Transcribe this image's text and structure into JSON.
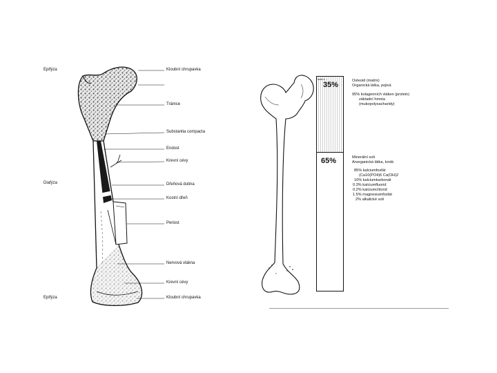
{
  "left_figure": {
    "side_labels": {
      "top": "Epifýza",
      "middle": "Diafýza",
      "bottom": "Epifýza"
    },
    "labels": [
      "Kloubní chrupavka",
      "",
      "Trámce",
      "Substantia compacta",
      "Endost",
      "Krevní cévy",
      "Dřeňová dutina",
      "Kostní dřeň",
      "Periost",
      "Nervová vlákna",
      "Krevní cévy",
      "Kloubní chrupavka"
    ]
  },
  "right_figure": {
    "bar_header": "kost s ...",
    "organic": {
      "percent": "35%",
      "title": "Osteoid (matrix)",
      "subtitle": "Organická látka, pojivá",
      "lines": [
        "95% kolagenních vláken (protein)",
        "základní hmota",
        "(mukopolysacharidy)"
      ]
    },
    "mineral": {
      "percent": "65%",
      "title": "Minerální soli",
      "subtitle": "Anorganická látka, tvrdá",
      "lines": [
        "85% kalciumfosfát",
        "(Ca10(PO4)6 Ca(OH)2",
        "10% kalciumkarbonát",
        "0.3% kalciumfluorid",
        "0.2% kalciumchlorid",
        "1.5% magnesiumfosfát",
        "2% alkalické soli"
      ]
    }
  }
}
